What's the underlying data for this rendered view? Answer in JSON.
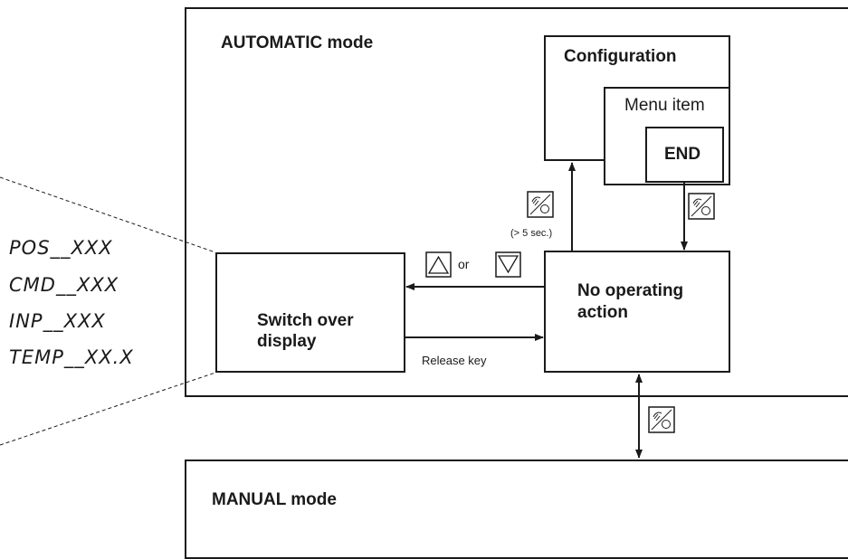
{
  "automatic_mode": {
    "title": "AUTOMATIC mode"
  },
  "manual_mode": {
    "title": "MANUAL mode"
  },
  "configuration": {
    "title": "Configuration",
    "menu_item": "Menu item",
    "end": "END"
  },
  "switch_over": {
    "line1": "Switch over",
    "line2": "display"
  },
  "no_action": {
    "line1": "No operating",
    "line2": "action"
  },
  "labels": {
    "or": "or",
    "hold_time": "(> 5 sec.)",
    "release_key": "Release key"
  },
  "display_values": [
    "POS__XXX",
    "CMD__XXX",
    "INP__XXX",
    "TEMP__XX.X"
  ],
  "icons": {
    "up_key": "up-triangle-key",
    "down_key": "down-triangle-key",
    "hand_key": "hand-key"
  }
}
